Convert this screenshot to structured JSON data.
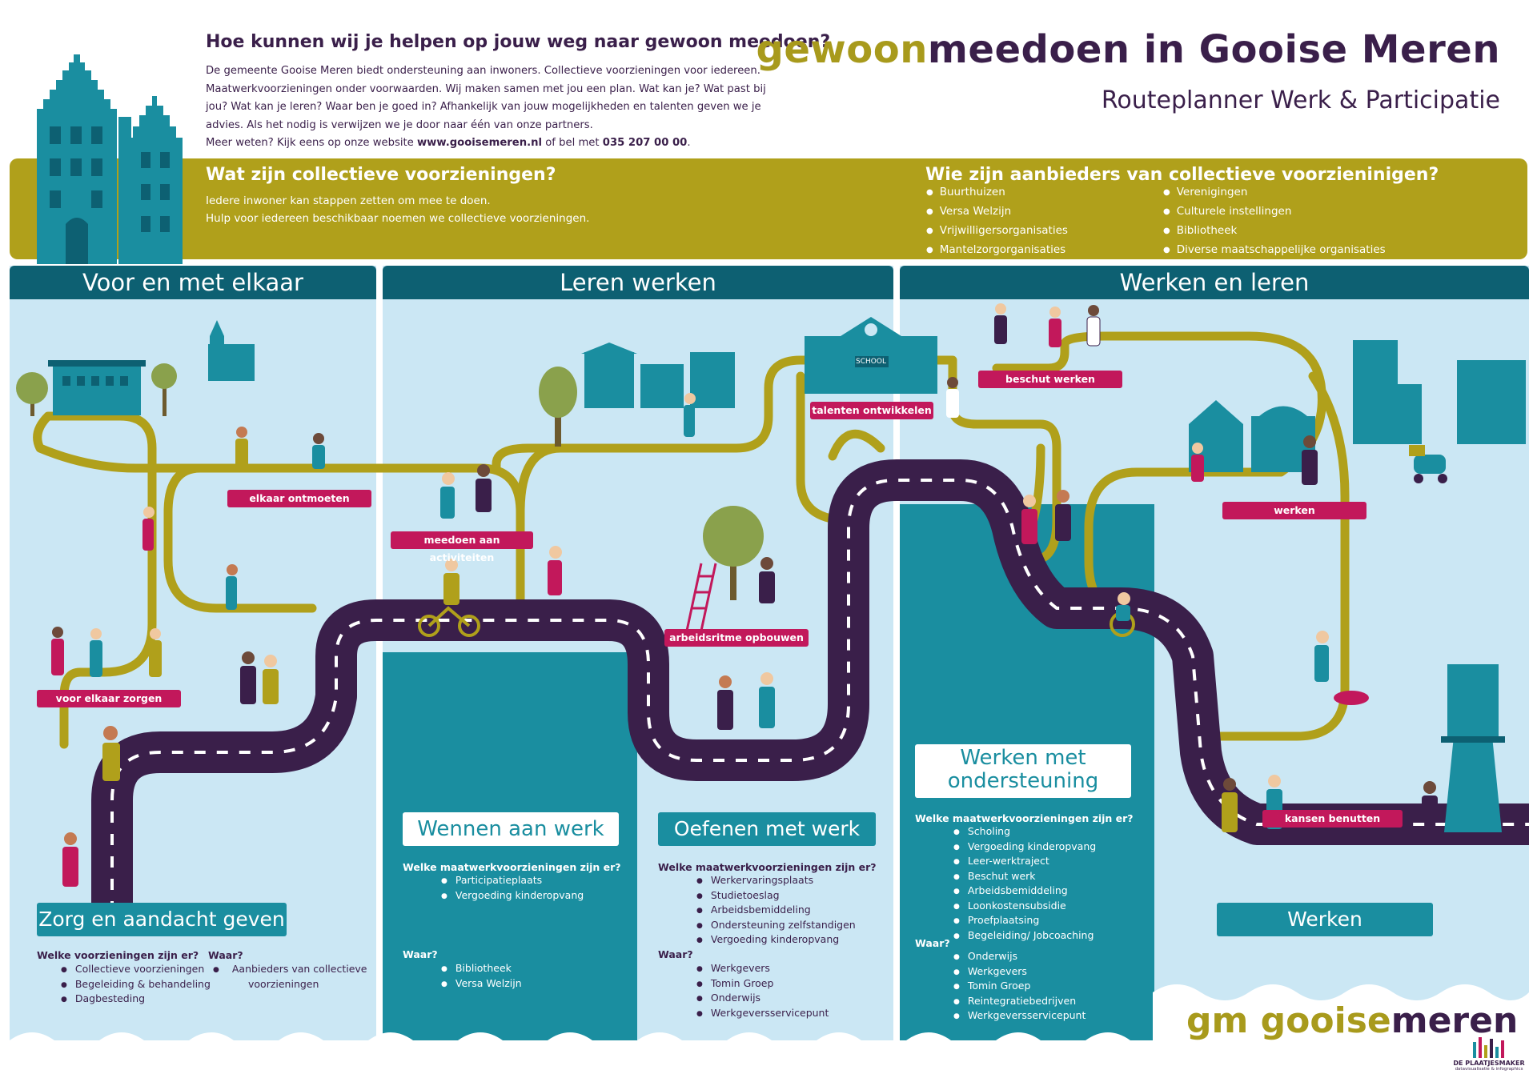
{
  "intro": {
    "title": "Hoe kunnen wij je helpen op jouw weg naar gewoon meedoen?",
    "line1": "De gemeente Gooise Meren biedt ondersteuning aan inwoners. Collectieve voorzieningen voor iedereen.",
    "line2": "Maatwerkvoorzieningen onder voorwaarden. Wij maken samen met jou een plan. Wat kan je? Wat past bij",
    "line3": "jou? Wat kan je leren? Waar ben je goed in? Afhankelijk van jouw mogelijkheden en talenten geven we je",
    "line4": "advies. Als het nodig is verwijzen we je door naar één van onze partners.",
    "line5_a": "Meer weten? Kijk eens op onze website ",
    "website": "www.gooisemeren.nl",
    "line5_b": " of bel met ",
    "phone": "035 207 00 00",
    "line5_c": "."
  },
  "title": {
    "part1": "gewoon",
    "part2": "meedoen in Gooise Meren",
    "subtitle": "Routeplanner Werk & Participatie"
  },
  "collective": {
    "heading": "Wat zijn collectieve voorzieningen?",
    "line1": "Iedere inwoner kan stappen zetten om mee te doen.",
    "line2": "Hulp voor iedereen beschikbaar noemen we collectieve voorzieningen.",
    "providers_heading": "Wie zijn aanbieders van collectieve voorzieninigen?",
    "providers_col1": [
      "Buurthuizen",
      "Versa Welzijn",
      "Vrijwilligersorganisaties",
      "Mantelzorgorganisaties"
    ],
    "providers_col2": [
      "Verenigingen",
      "Culturele instellingen",
      "Bibliotheek",
      "Diverse maatschappelijke organisaties"
    ]
  },
  "sections": {
    "s1": "Voor en met elkaar",
    "s2": "Leren werken",
    "s3": "Werken en leren"
  },
  "labels": {
    "elkaar_ontmoeten": "elkaar ontmoeten",
    "voor_elkaar_zorgen": "voor elkaar zorgen",
    "meedoen": "meedoen aan activiteiten",
    "arbeidsritme": "arbeidsritme opbouwen",
    "talenten": "talenten ontwikkelen",
    "beschut": "beschut werken",
    "werken": "werken",
    "kansen": "kansen benutten",
    "school": "SCHOOL"
  },
  "stage1": {
    "title": "Zorg en aandacht geven",
    "q1": "Welke voorzieningen zijn er?",
    "items": [
      "Collectieve voorzieningen",
      "Begeleiding & behandeling",
      "Dagbesteding"
    ],
    "q2": "Waar?",
    "where_line1": "Aanbieders van collectieve",
    "where_line2": "voorzieningen"
  },
  "stage2": {
    "title": "Wennen aan werk",
    "q1": "Welke maatwerkvoorzieningen zijn er?",
    "items": [
      "Participatieplaats",
      "Vergoeding kinderopvang"
    ],
    "q2": "Waar?",
    "where": [
      "Bibliotheek",
      "Versa Welzijn"
    ]
  },
  "stage3": {
    "title": "Oefenen met werk",
    "q1": "Welke maatwerkvoorzieningen zijn er?",
    "items": [
      "Werkervaringsplaats",
      "Studietoeslag",
      "Arbeidsbemiddeling",
      "Ondersteuning zelfstandigen",
      "Vergoeding kinderopvang"
    ],
    "q2": "Waar?",
    "where": [
      "Werkgevers",
      "Tomin Groep",
      "Onderwijs",
      "Werkgeversservicepunt"
    ]
  },
  "stage4": {
    "title_line1": "Werken met",
    "title_line2": "ondersteuning",
    "q1": "Welke maatwerkvoorzieningen zijn er?",
    "items": [
      "Scholing",
      "Vergoeding kinderopvang",
      "Leer-werktraject",
      "Beschut werk",
      "Arbeidsbemiddeling",
      "Loonkostensubsidie",
      "Proefplaatsing",
      "Begeleiding/ Jobcoaching"
    ],
    "q2": "Waar?",
    "where": [
      "Onderwijs",
      "Werkgevers",
      "Tomin Groep",
      "Reintegratiebedrijven",
      "Werkgeversservicepunt"
    ]
  },
  "stage5": {
    "title": "Werken"
  },
  "logo": {
    "part1": "gm gooise",
    "part2": "meren"
  },
  "maker": {
    "name": "DE PLAATJESMAKER",
    "tagline": "datavisualisatie & infographics"
  },
  "colors": {
    "gold": "#b0a01b",
    "purple": "#3a1f4a",
    "teal": "#1a8ea0",
    "darkteal": "#0d6072",
    "magenta": "#c2185b",
    "lightblue": "#cbe7f4"
  }
}
